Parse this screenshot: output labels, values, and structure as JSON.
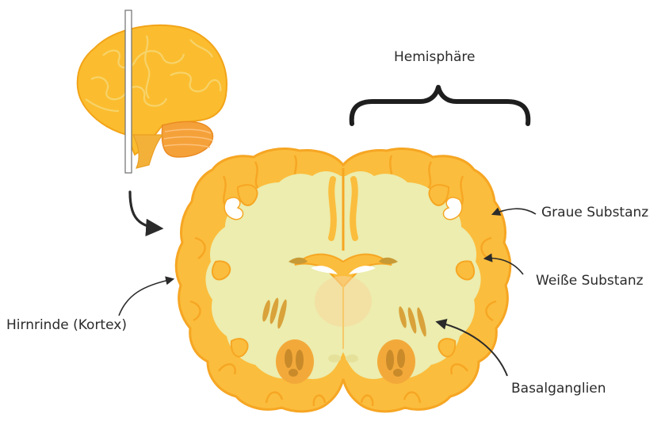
{
  "labels": {
    "hemisphere": "Hemisphäre",
    "grey_matter": "Graue Substanz",
    "white_matter": "Weiße Substanz",
    "cortex": "Hirnrinde (Kortex)",
    "basal_ganglia": "Basalganglien"
  },
  "colors": {
    "grey_matter": "#fbbd3d",
    "grey_matter_edge": "#f6a623",
    "white_matter": "#ecedae",
    "brain_fill": "#fbbd2f",
    "cerebellum": "#f5a13a",
    "deep_structures": "#d9a23a",
    "ventricle": "#c89a35",
    "arrow": "#2b2b2b"
  },
  "icons": {
    "section_arrow": "curved-arrow-icon",
    "brace": "curly-brace-icon"
  }
}
